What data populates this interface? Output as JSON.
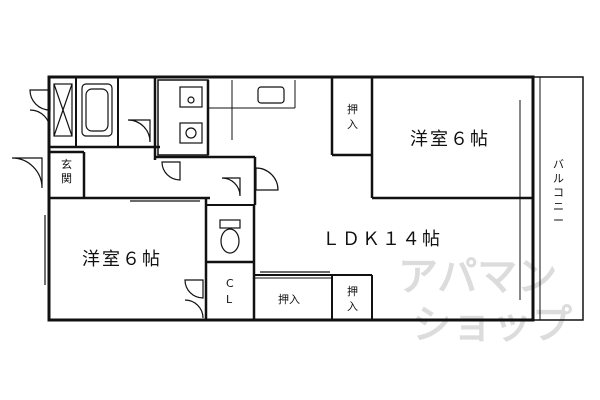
{
  "rooms": {
    "western_room_right": "洋室６帖",
    "western_room_left": "洋室６帖",
    "ldk": "ＬＤＫ１４帖",
    "entrance": [
      "玄",
      "関"
    ],
    "closet_top": [
      "押",
      "入"
    ],
    "closet_bottom_mid": "押入",
    "closet_bottom_right": [
      "押",
      "入"
    ],
    "cl": [
      "C",
      "L"
    ],
    "balcony": [
      "バ",
      "ル",
      "コ",
      "ニ",
      "ー"
    ]
  },
  "watermark": {
    "line1": "アパマン",
    "line2": "ショップ"
  },
  "colors": {
    "wall": "#111111",
    "watermark": "#dcdcdc"
  }
}
